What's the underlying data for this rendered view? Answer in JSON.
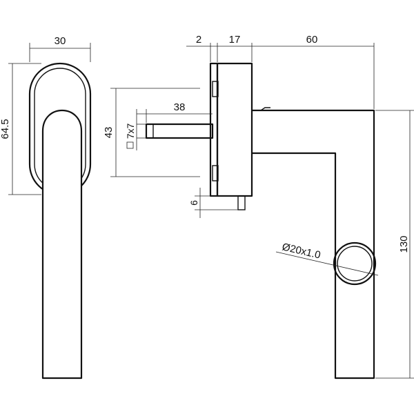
{
  "dimensions": {
    "escutcheon_width": "30",
    "escutcheon_height": "64.5",
    "spindle_spacing": "43",
    "square_spindle": "7x7",
    "spindle_length": "38",
    "base_thickness": "2",
    "rose_depth": "17",
    "lever_offset": "60",
    "lever_length": "130",
    "tube_diameter": "Ø20x1.0",
    "screw_offset": "6"
  }
}
